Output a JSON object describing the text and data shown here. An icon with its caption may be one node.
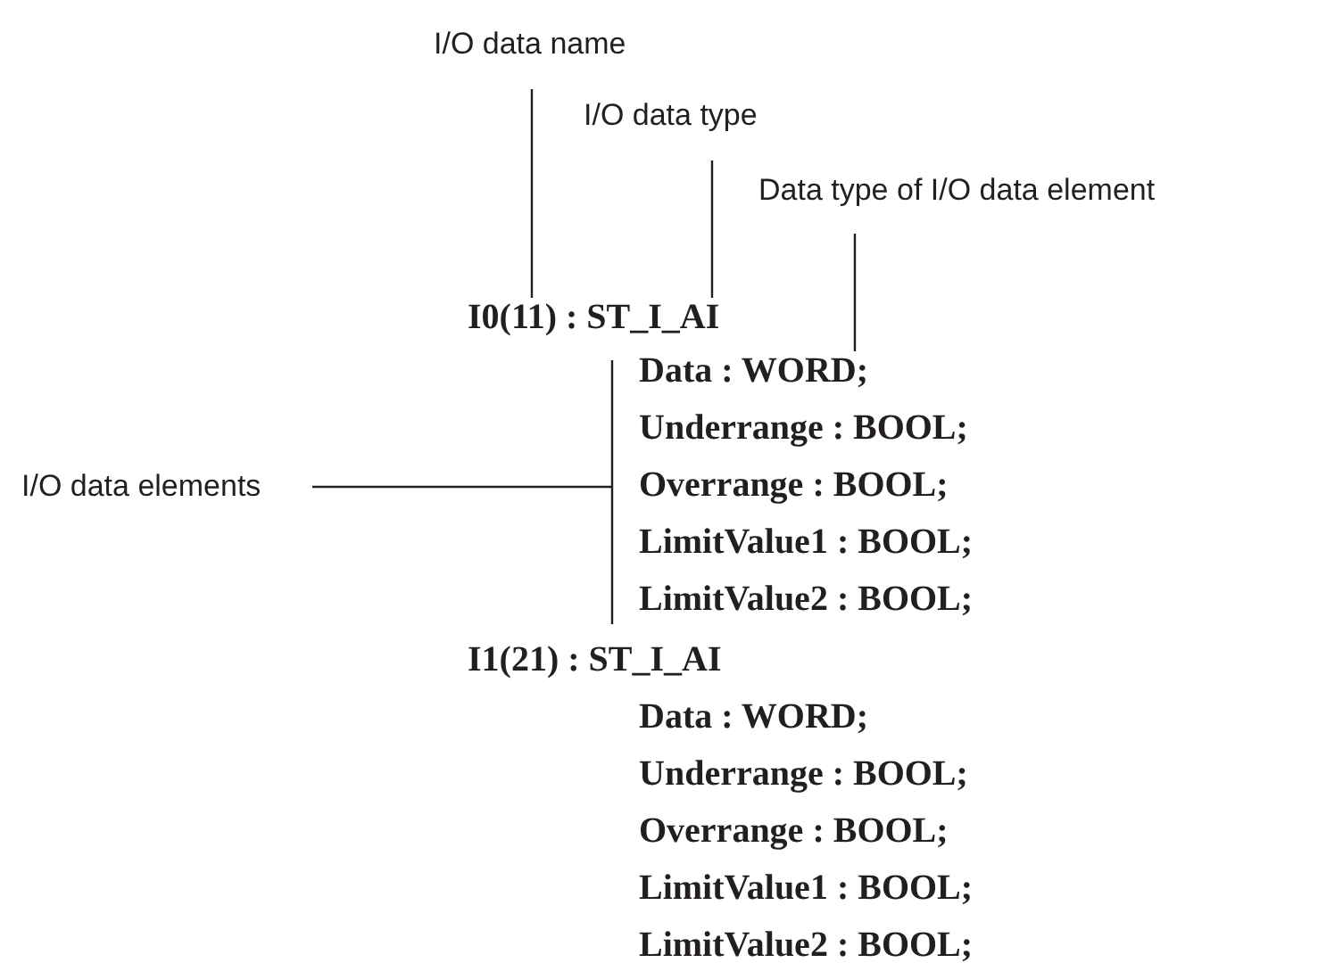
{
  "diagram": {
    "nodes": [
      {
        "text": [
          "I/O data name"
        ]
      },
      {
        "text": [
          "I/O data type"
        ]
      },
      {
        "text": [
          "Data type of I/O data element"
        ]
      },
      {
        "text": [
          "I/O data elements"
        ]
      },
      {
        "text": [
          "I0(11) : ST_I_AI"
        ]
      },
      {
        "text": [
          "Data : WORD;",
          "Underrange : BOOL;",
          "Overrange : BOOL;",
          "LimitValue1 : BOOL;",
          "LimitValue2 : BOOL;"
        ]
      }
    ],
    "edges": [
      {
        "from": 0,
        "to": 4,
        "arrow": "none"
      },
      {
        "from": 1,
        "to": 4,
        "arrow": "none"
      },
      {
        "from": 2,
        "to": 5,
        "arrow": "none"
      },
      {
        "from": 3,
        "to": 5,
        "arrow": "none"
      }
    ],
    "labels": [
      "I1(21) : ST_I_AI",
      "Data : WORD;",
      "Underrange : BOOL;",
      "Overrange : BOOL;",
      "LimitValue1 : BOOL;",
      "LimitValue2 : BOOL;"
    ]
  }
}
